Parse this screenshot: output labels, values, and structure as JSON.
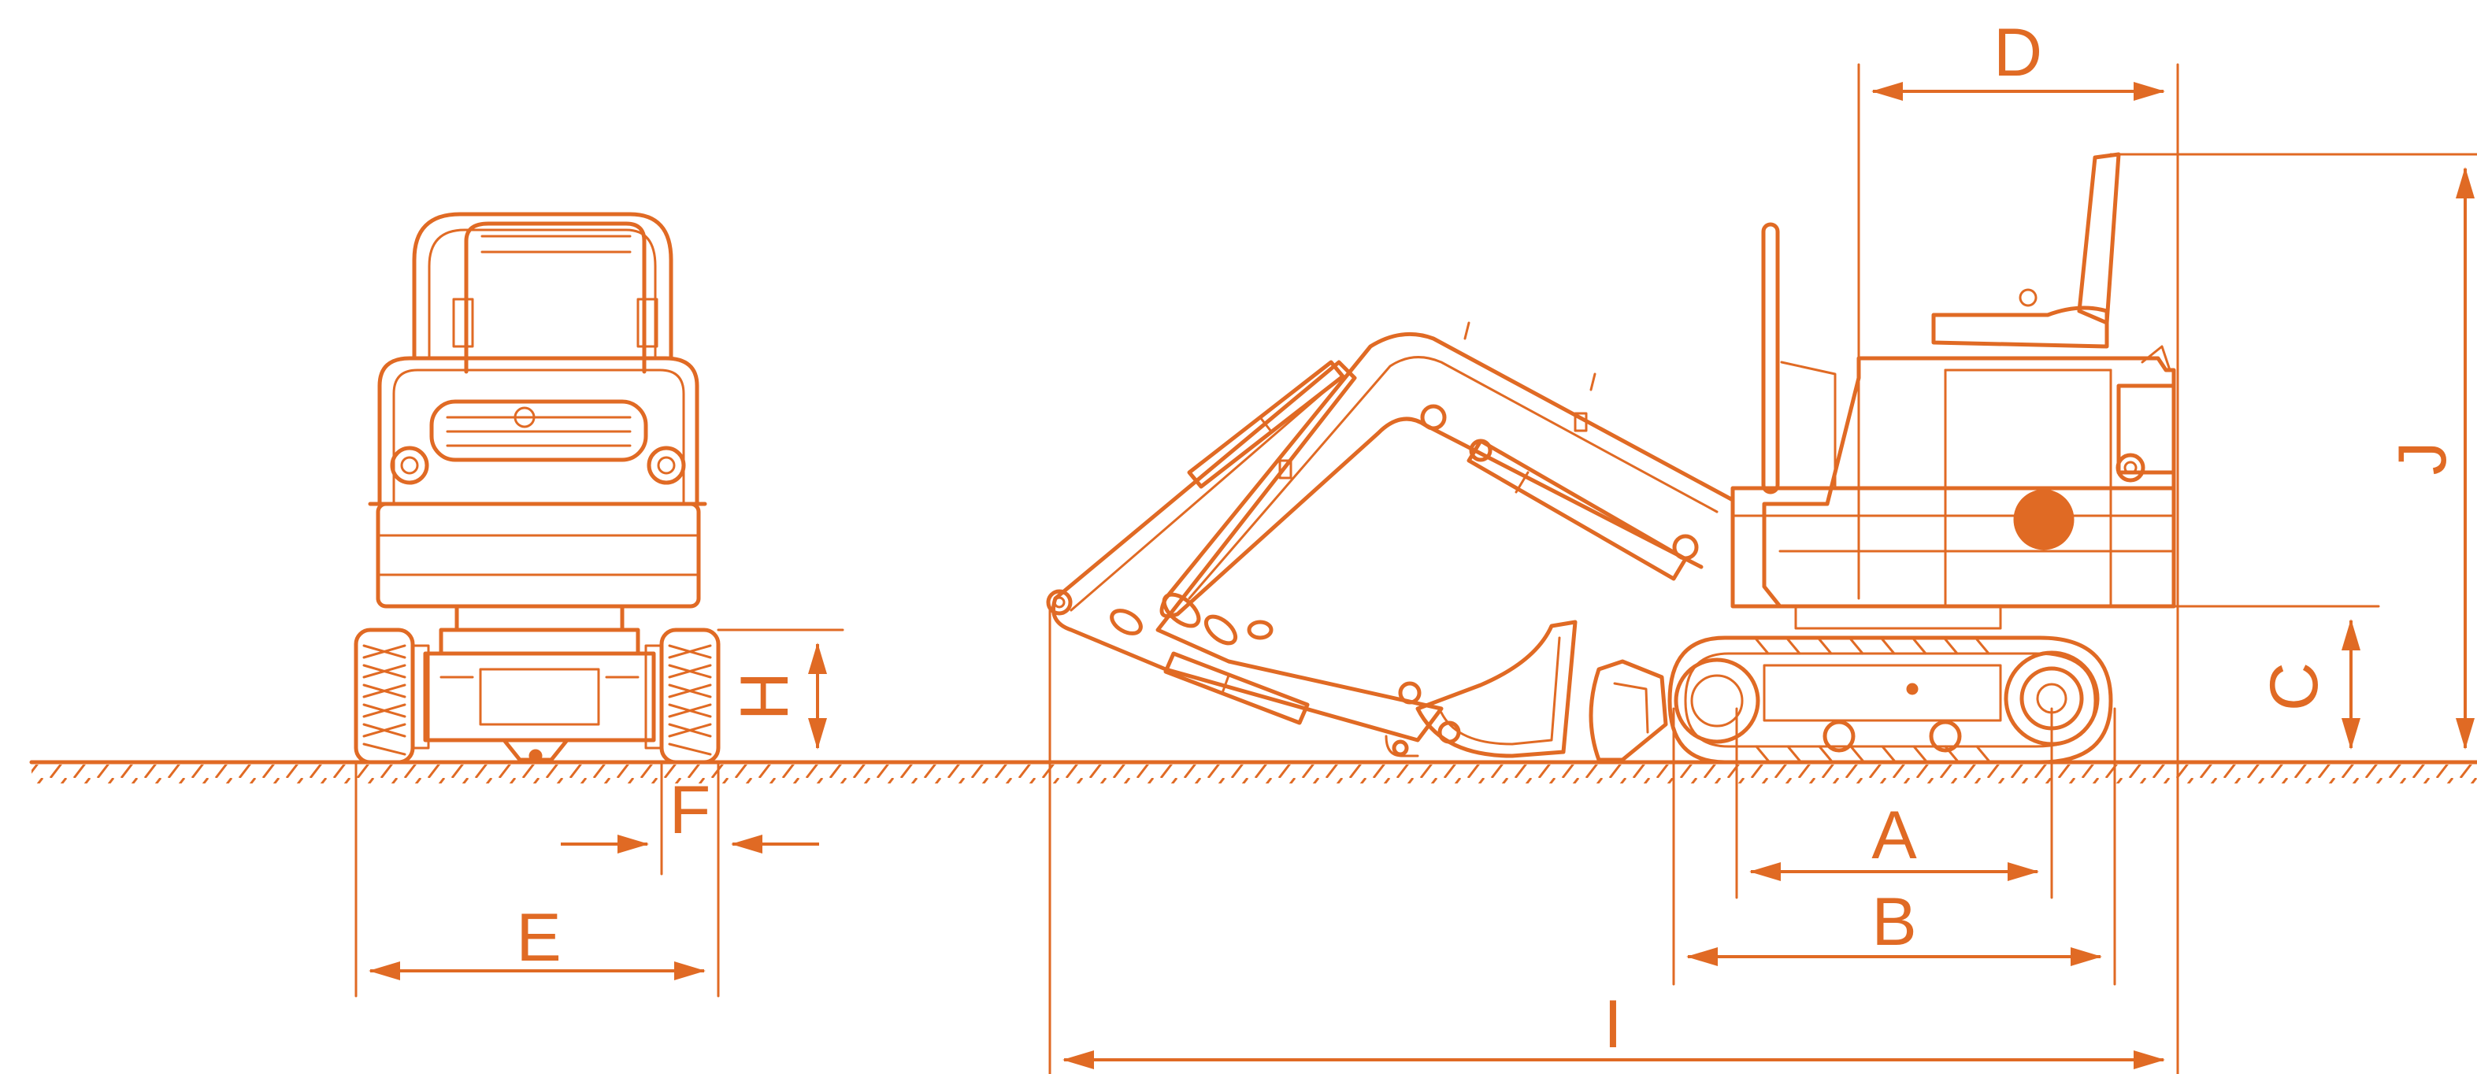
{
  "color": "#e06a24",
  "labels": {
    "A": "A",
    "B": "B",
    "C": "C",
    "D": "D",
    "E": "E",
    "F": "F",
    "H": "H",
    "I": "I",
    "J": "J"
  }
}
